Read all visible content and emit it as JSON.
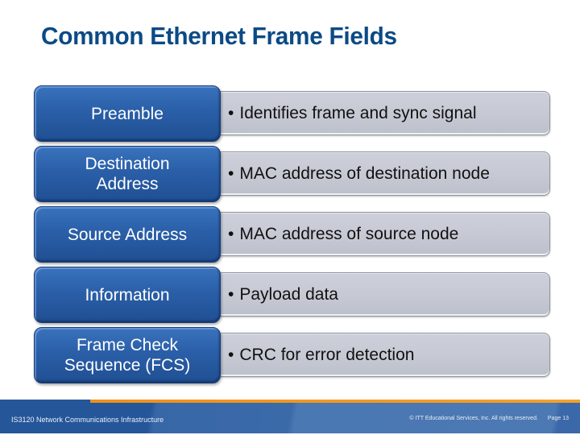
{
  "slide": {
    "title": "Common Ethernet Frame Fields",
    "rows": [
      {
        "label": "Preamble",
        "detail": "Identifies frame and sync signal"
      },
      {
        "label": "Destination\nAddress",
        "detail": "MAC address of destination node"
      },
      {
        "label": "Source Address",
        "detail": "MAC address of source node"
      },
      {
        "label": "Information",
        "detail": "Payload data"
      },
      {
        "label": "Frame Check\nSequence (FCS)",
        "detail": "CRC for error detection"
      }
    ],
    "bullet_glyph": "•"
  },
  "footer": {
    "course": "IS3120 Network Communications Infrastructure",
    "copyright": "© ITT Educational Services, Inc. All rights reserved.",
    "page": "Page 13"
  },
  "colors": {
    "title": "#0b4a85",
    "label_box": "#2a5fa8",
    "detail_box": "#c6c9d3",
    "footer_blue": "#25569a",
    "footer_orange": "#f0901a"
  }
}
